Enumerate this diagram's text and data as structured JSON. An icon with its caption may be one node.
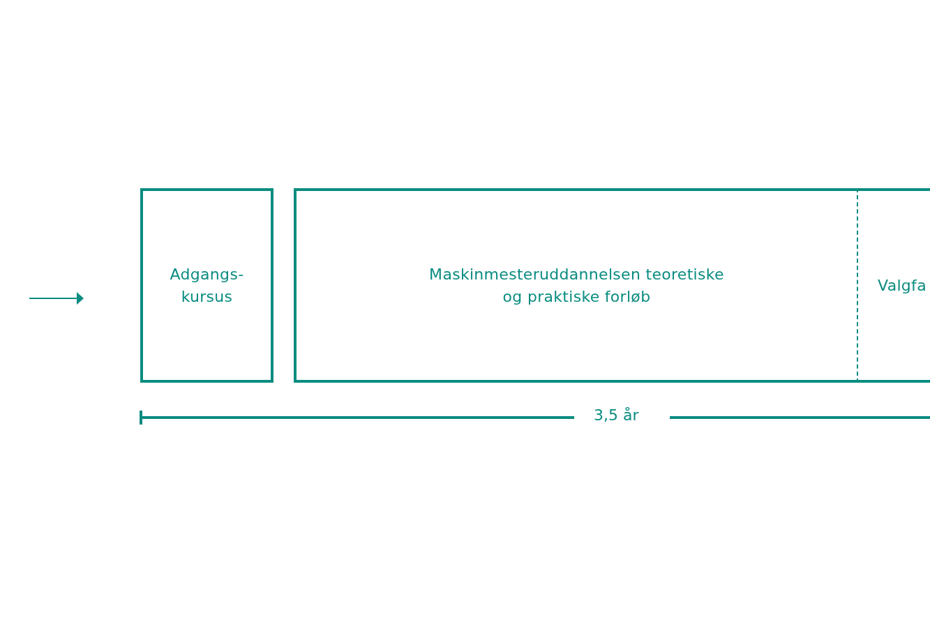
{
  "diagram": {
    "nodes": [
      {
        "text": [
          "Adgangs- kursus"
        ]
      },
      {
        "text": [
          "Maskinmesteruddannelsen teoretiske og praktiske forløb"
        ]
      },
      {
        "text": [
          "Valgfa"
        ]
      }
    ],
    "labels": [
      "3,5 år"
    ]
  }
}
